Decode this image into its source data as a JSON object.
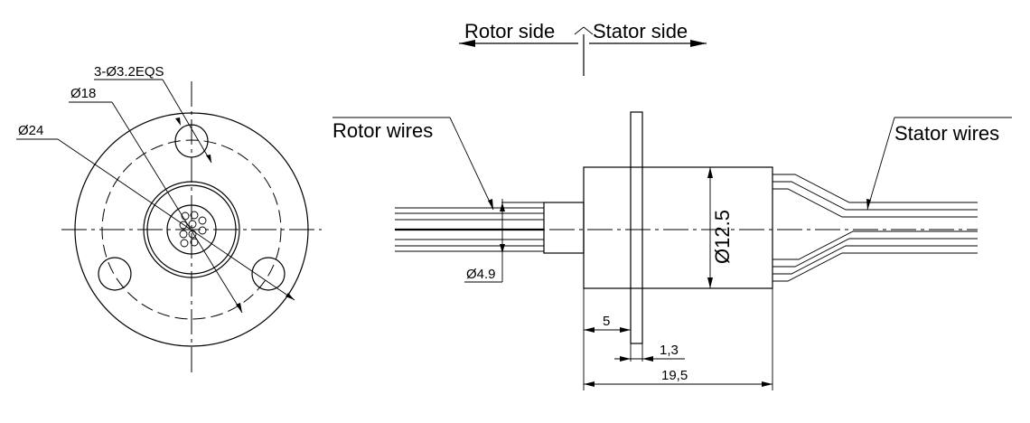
{
  "labels": {
    "rotor_side": "Rotor side",
    "stator_side": "Stator side",
    "rotor_wires": "Rotor wires",
    "stator_wires": "Stator wires",
    "holes": "3-Ø3.2EQS",
    "d18": "Ø18",
    "d24": "Ø24",
    "d49": "Ø4.9",
    "d125": "Ø12.5",
    "dim5": "5",
    "dim13": "1,3",
    "dim195": "19,5"
  }
}
